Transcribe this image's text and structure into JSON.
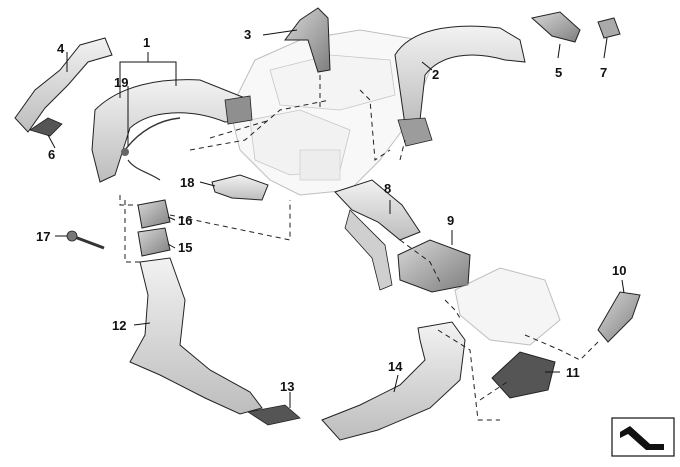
{
  "diagram": {
    "callouts": {
      "c1": "1",
      "c2": "2",
      "c3": "3",
      "c4": "4",
      "c5": "5",
      "c6": "6",
      "c7": "7",
      "c8": "8",
      "c9": "9",
      "c10": "10",
      "c11": "11",
      "c12": "12",
      "c13": "13",
      "c14": "14",
      "c15": "15",
      "c16": "16",
      "c17": "17",
      "c18": "18",
      "c19": "19"
    },
    "colors": {
      "part": "#e6e6e6",
      "part_dark": "#9a9a9a",
      "line": "#222222",
      "leader": "#111111"
    }
  }
}
